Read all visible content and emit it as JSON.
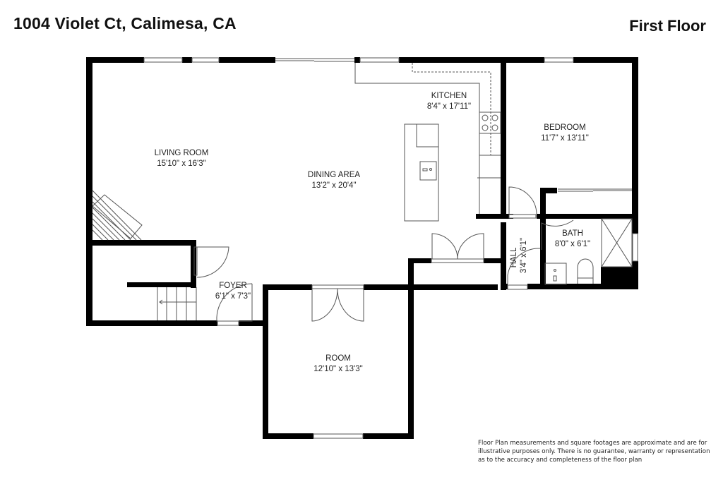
{
  "header": {
    "address": "1004 Violet Ct, Calimesa, CA",
    "floor": "First Floor"
  },
  "rooms": [
    {
      "name": "LIVING ROOM",
      "dims": "15'10\" x 16'3\""
    },
    {
      "name": "DINING AREA",
      "dims": "13'2\" x 20'4\""
    },
    {
      "name": "KITCHEN",
      "dims": "8'4\" x 17'11\""
    },
    {
      "name": "BEDROOM",
      "dims": "11'7\" x 13'11\""
    },
    {
      "name": "BATH",
      "dims": "8'0\" x 6'1\""
    },
    {
      "name": "HALL",
      "dims": "3'4\" x 6'1\""
    },
    {
      "name": "FOYER",
      "dims": "6'1\" x 7'3\""
    },
    {
      "name": "ROOM",
      "dims": "12'10\" x 13'3\""
    }
  ],
  "disclaimer": {
    "line1": "Floor Plan measurements and square footages are approximate and are for",
    "line2": "illustrative purposes only. There is no guarantee, warranty or representation",
    "line3": "as to the accuracy and completeness of the floor plan"
  },
  "colors": {
    "wall": "#000000",
    "line": "#555555",
    "text": "#222222"
  }
}
